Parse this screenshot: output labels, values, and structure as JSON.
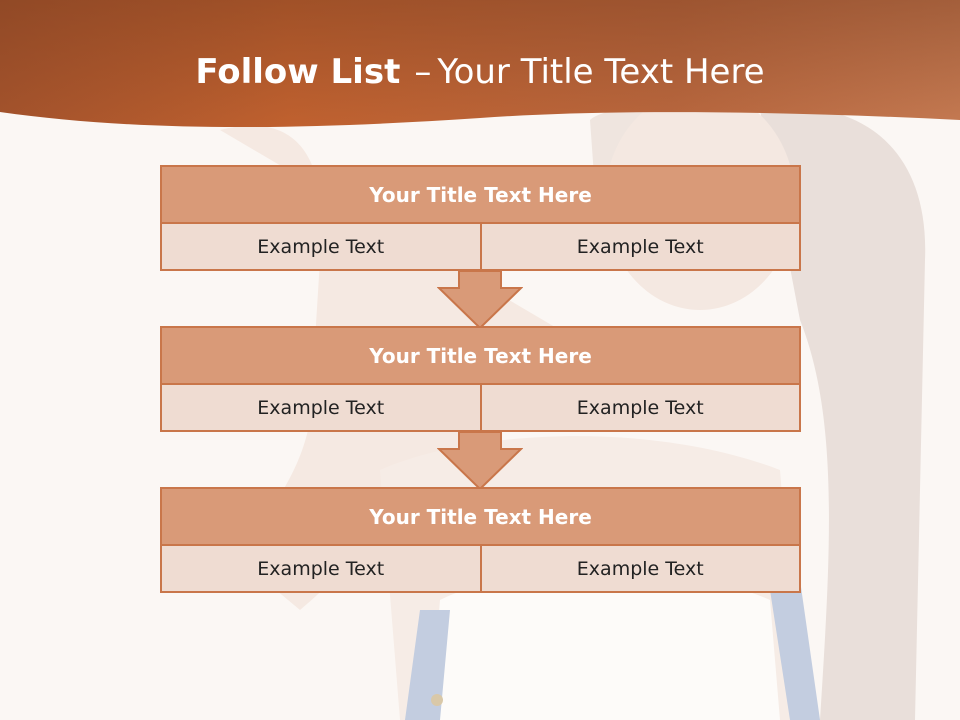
{
  "header": {
    "title_bold": "Follow List",
    "title_dash": "–",
    "title_rest": "Your Title Text Here"
  },
  "blocks": [
    {
      "title": "Your Title Text Here",
      "left": "Example Text",
      "right": "Example Text"
    },
    {
      "title": "Your Title Text Here",
      "left": "Example Text",
      "right": "Example Text"
    },
    {
      "title": "Your Title Text Here",
      "left": "Example Text",
      "right": "Example Text"
    }
  ],
  "colors": {
    "header_band": "#b8643a",
    "block_border": "#c9764a",
    "block_title_fill": "#d99a78",
    "block_cell_fill": "#efdcd2",
    "arrow_fill": "#d99a78"
  }
}
